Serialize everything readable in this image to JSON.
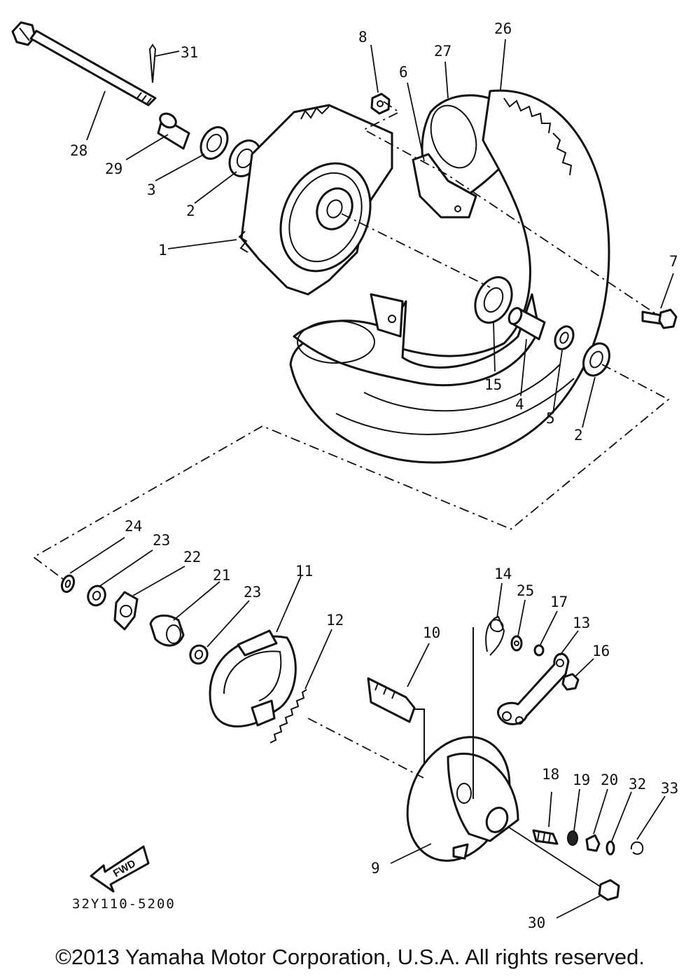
{
  "diagram": {
    "code": "32Y110-5200",
    "fwd_label": "FWD",
    "callouts": {
      "c1": "1",
      "c2a": "2",
      "c2b": "2",
      "c3": "3",
      "c4": "4",
      "c5": "5",
      "c6": "6",
      "c7": "7",
      "c8": "8",
      "c9": "9",
      "c10": "10",
      "c11": "11",
      "c12": "12",
      "c13": "13",
      "c14": "14",
      "c15": "15",
      "c16": "16",
      "c17": "17",
      "c18": "18",
      "c19": "19",
      "c20": "20",
      "c21": "21",
      "c22": "22",
      "c23a": "23",
      "c23b": "23",
      "c24": "24",
      "c25": "25",
      "c26": "26",
      "c27": "27",
      "c28": "28",
      "c29": "29",
      "c30": "30",
      "c31": "31",
      "c32": "32",
      "c33": "33"
    }
  },
  "footer": {
    "copyright": "©2013 Yamaha Motor Corporation, U.S.A. All rights reserved."
  }
}
